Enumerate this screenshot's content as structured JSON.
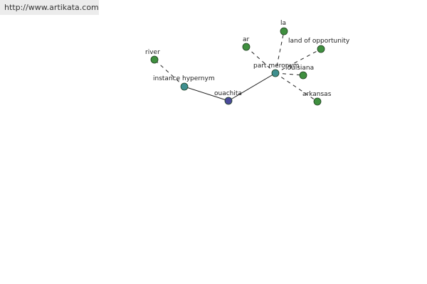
{
  "watermark": {
    "text": "http://www.artikata.com"
  },
  "colors": {
    "root": "#4a4a9a",
    "relation": "#3f8f8f",
    "leaf": "#3f8f3f",
    "edge": "#222222"
  },
  "graph": {
    "nodes": [
      {
        "id": "ouachita",
        "label": "ouachita",
        "kind": "root"
      },
      {
        "id": "instance-hypernym",
        "label": "instance hypernym",
        "kind": "relation"
      },
      {
        "id": "part-meronym",
        "label": "part meronym",
        "kind": "relation"
      },
      {
        "id": "river",
        "label": "river",
        "kind": "leaf"
      },
      {
        "id": "ar",
        "label": "ar",
        "kind": "leaf"
      },
      {
        "id": "la",
        "label": "la",
        "kind": "leaf"
      },
      {
        "id": "land-of-opportunity",
        "label": "land of opportunity",
        "kind": "leaf"
      },
      {
        "id": "louisiana",
        "label": "louisiana",
        "kind": "leaf"
      },
      {
        "id": "arkansas",
        "label": "arkansas",
        "kind": "leaf"
      }
    ],
    "edges": [
      {
        "from": "ouachita",
        "to": "instance-hypernym",
        "style": "solid"
      },
      {
        "from": "ouachita",
        "to": "part-meronym",
        "style": "solid"
      },
      {
        "from": "instance-hypernym",
        "to": "river",
        "style": "dashed"
      },
      {
        "from": "part-meronym",
        "to": "ar",
        "style": "dashed"
      },
      {
        "from": "part-meronym",
        "to": "la",
        "style": "dashed"
      },
      {
        "from": "part-meronym",
        "to": "land-of-opportunity",
        "style": "dashed"
      },
      {
        "from": "part-meronym",
        "to": "louisiana",
        "style": "dashed"
      },
      {
        "from": "part-meronym",
        "to": "arkansas",
        "style": "dashed"
      }
    ]
  }
}
